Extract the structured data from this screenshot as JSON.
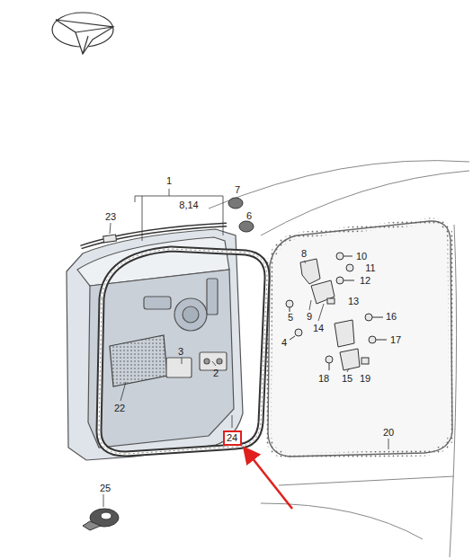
{
  "diagram": {
    "nodes": [
      {
        "text": [
          "24"
        ]
      }
    ],
    "labels": [
      "1",
      "8,14",
      "23",
      "7",
      "6",
      "8",
      "10",
      "11",
      "12",
      "13",
      "5",
      "9",
      "14",
      "16",
      "4",
      "17",
      "3",
      "2",
      "22",
      "18",
      "15",
      "19",
      "20",
      "25"
    ]
  }
}
